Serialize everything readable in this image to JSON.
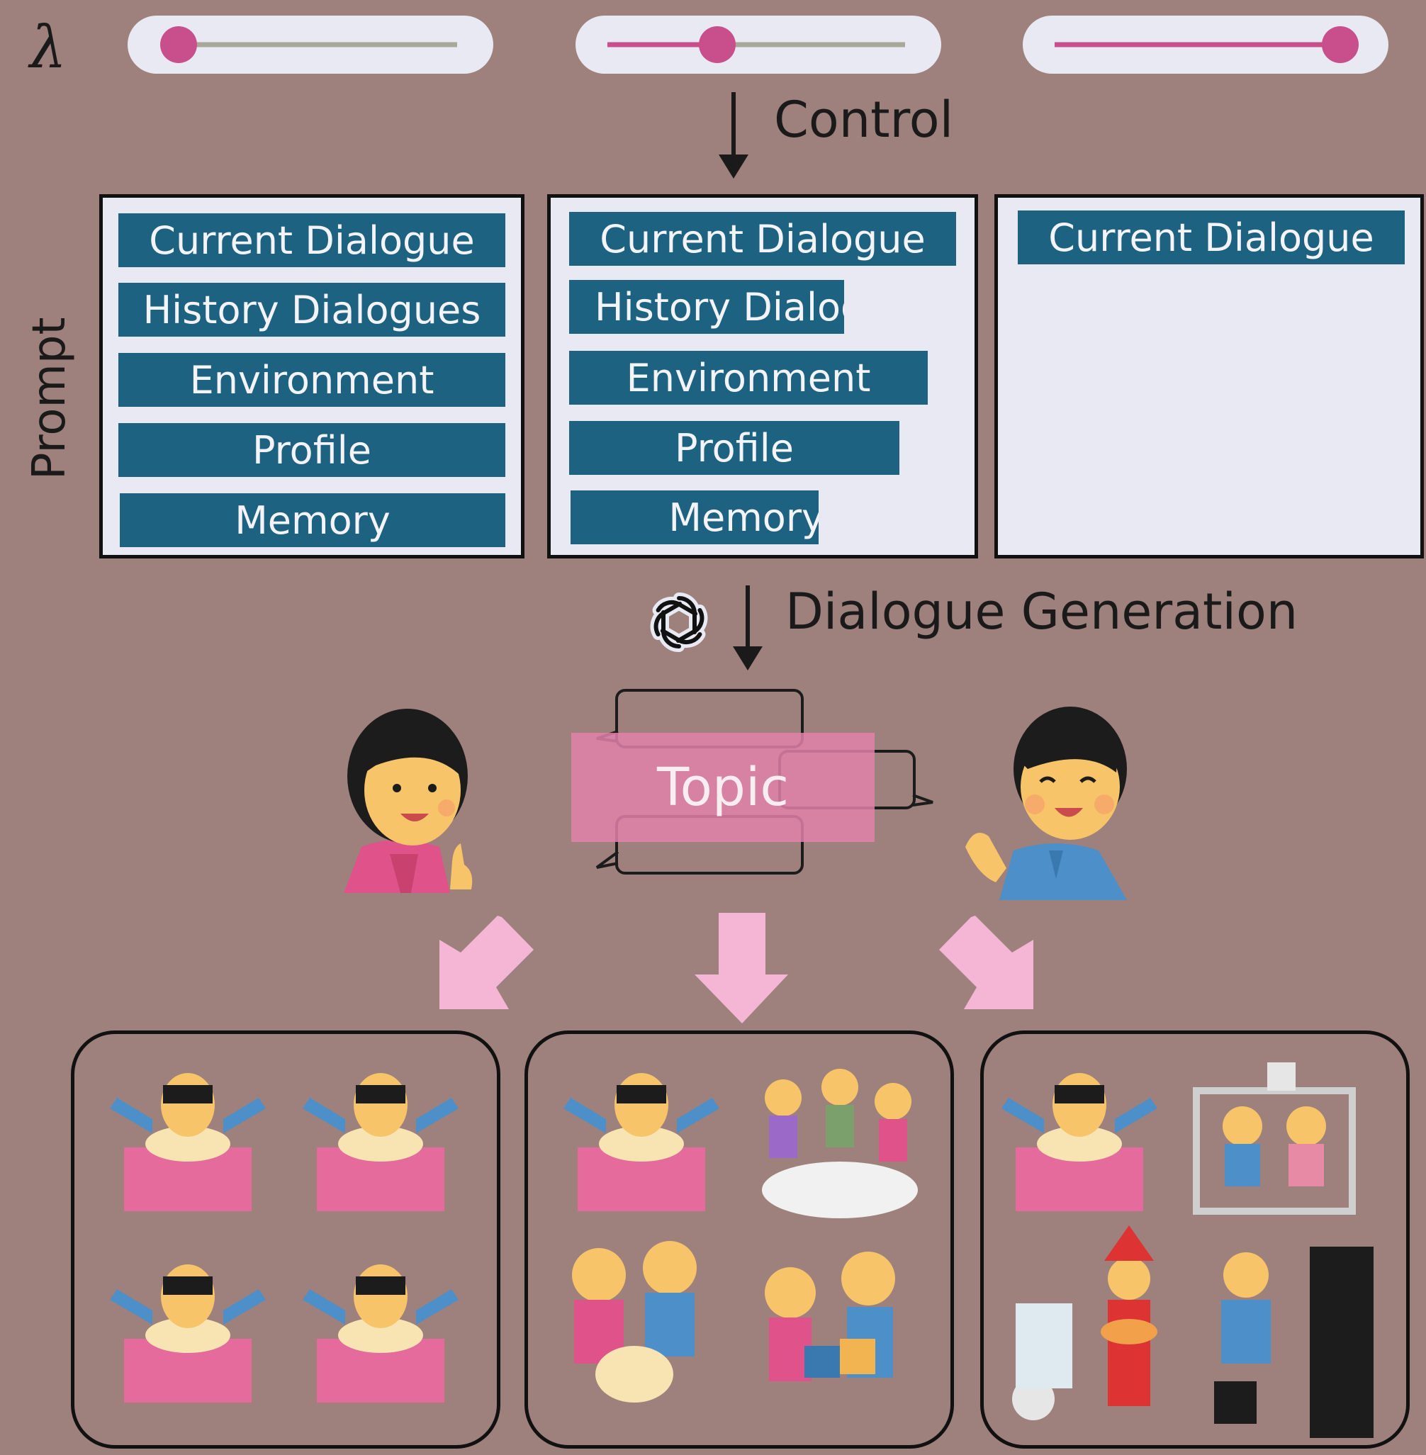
{
  "lambda_symbol": "λ",
  "sliders": [
    {
      "value": 0.0
    },
    {
      "value": 0.5
    },
    {
      "value": 1.0
    }
  ],
  "labels": {
    "control": "Control",
    "prompt": "Prompt",
    "generation": "Dialogue Generation",
    "topic": "Topic"
  },
  "panels": [
    {
      "items": [
        {
          "label": "Current Dialogue",
          "fraction": 1.0
        },
        {
          "label": "History Dialogues",
          "fraction": 1.0
        },
        {
          "label": "Environment",
          "fraction": 1.0
        },
        {
          "label": "Profile",
          "fraction": 1.0
        },
        {
          "label": "Memory",
          "fraction": 1.0
        }
      ]
    },
    {
      "items": [
        {
          "label": "Current Dialogue",
          "fraction": 1.0
        },
        {
          "label": "History Dialogues",
          "fraction": 0.72
        },
        {
          "label": "Environment",
          "fraction": 0.93
        },
        {
          "label": "Profile",
          "fraction": 0.86
        },
        {
          "label": "Memory",
          "fraction": 0.65
        }
      ]
    },
    {
      "items": [
        {
          "label": "Current Dialogue",
          "fraction": 1.0
        }
      ]
    }
  ],
  "colors": {
    "background": "#9e807c",
    "bar": "#1e6281",
    "slider_active": "#c94f8c",
    "slider_track": "#a9a69a",
    "topic_fill": "#e081aa",
    "down_arrow_fill": "#f4b6d4"
  },
  "icons": [
    "openai-logo-icon",
    "woman-speaker-icon",
    "man-speaker-icon",
    "birthday-boy-icon",
    "party-icon",
    "couple-cake-icon",
    "gift-exchange-icon",
    "ski-lift-icon",
    "pizza-delivery-icon",
    "piano-player-icon"
  ]
}
